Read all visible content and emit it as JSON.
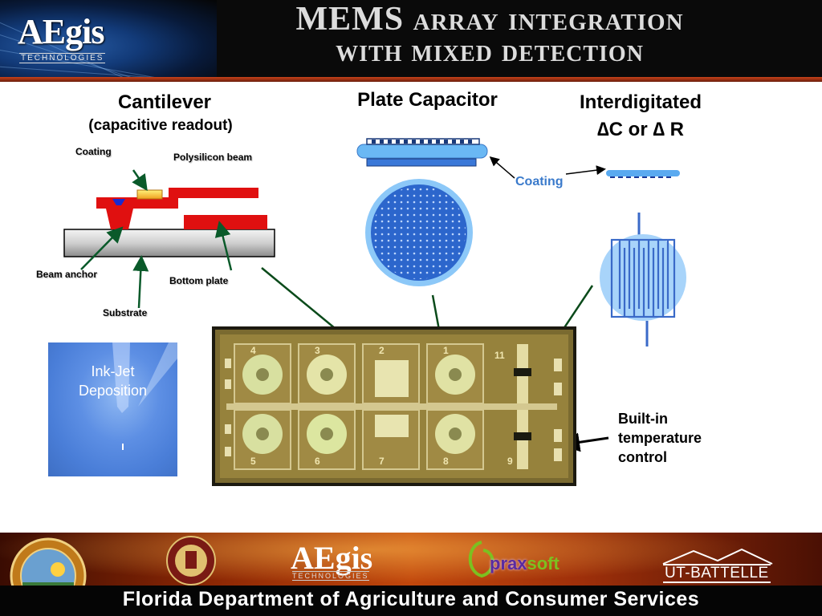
{
  "header": {
    "logo_text": "AEgis",
    "logo_subtext": "TECHNOLOGIES",
    "title_line1": "MEMS array integration",
    "title_line2": "with mixed detection"
  },
  "cantilever": {
    "title": "Cantilever",
    "subtitle": "(capacitive readout)",
    "labels": {
      "coating": "Coating",
      "polysilicon_beam": "Polysilicon beam",
      "beam_anchor": "Beam anchor",
      "bottom_plate": "Bottom plate",
      "substrate": "Substrate"
    }
  },
  "plate_capacitor": {
    "title": "Plate Capacitor"
  },
  "interdigitated": {
    "title": "Interdigitated",
    "subtitle": "∆C or ∆ R"
  },
  "coating_label": "Coating",
  "inkjet_label_line1": "Ink-Jet",
  "inkjet_label_line2": "Deposition",
  "temperature_label_line1": "Built-in",
  "temperature_label_line2": "temperature",
  "temperature_label_line3": "control",
  "chip": {
    "cell_numbers_top": [
      "4",
      "3",
      "2",
      "1",
      "11"
    ],
    "cell_numbers_bottom": [
      "5",
      "6",
      "7",
      "8",
      "9"
    ]
  },
  "footer": {
    "logos": [
      "florida-state-seal",
      "florida-state-university-seal",
      "AEgis",
      "praxsoft",
      "UT-BATTELLE"
    ],
    "aegis_text": "AEgis",
    "aegis_subtext": "TECHNOLOGIES",
    "praxsoft_prax": "prax",
    "praxsoft_soft": "soft",
    "ut_battelle": "UT-BATTELLE",
    "department": "Florida Department of Agriculture and Consumer Services"
  },
  "colors": {
    "header_bg": "#0a0a0a",
    "accent_red": "#e01010",
    "coating_blue": "#5aaaf0",
    "plate_blue": "#3a78d8",
    "arrow_green": "#0a5a2a",
    "footer_orange": "#c1470c"
  }
}
